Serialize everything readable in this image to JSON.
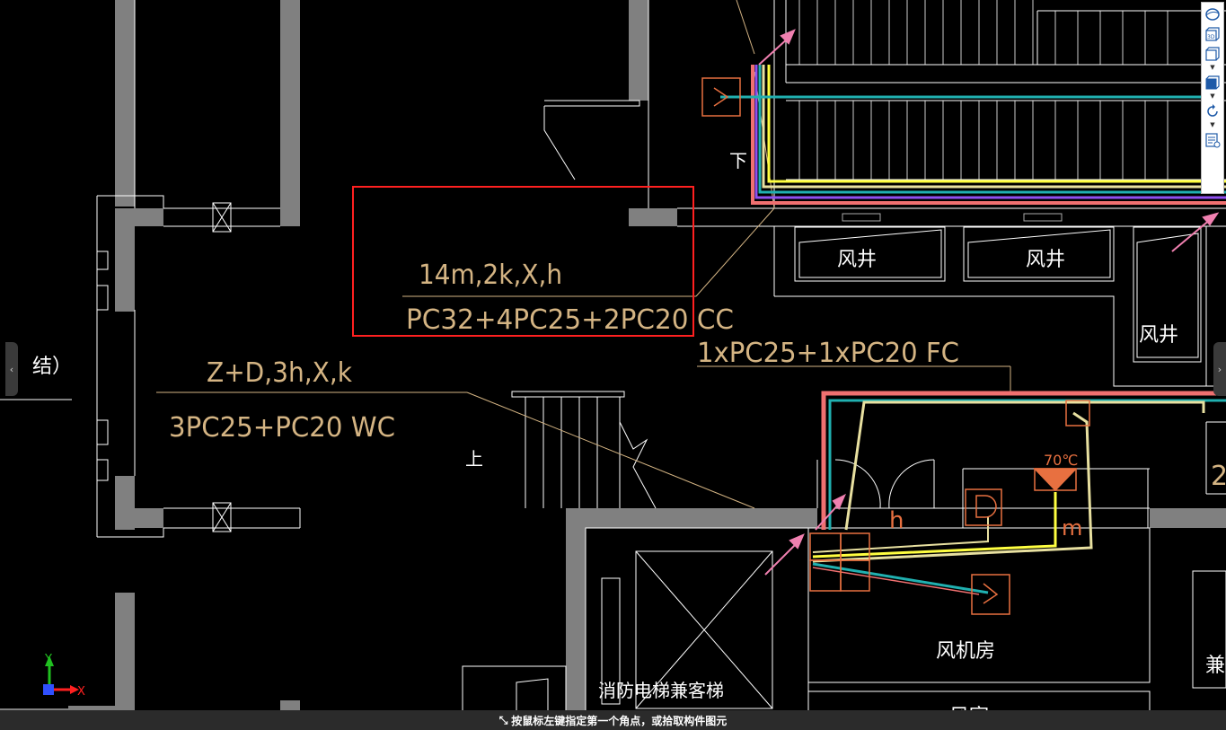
{
  "cad_labels": {
    "cable_spec_1_line1": "14m,2k,X,h",
    "cable_spec_1_line2": "PC32+4PC25+2PC20  CC",
    "cable_spec_2": "1xPC25+1xPC20  FC",
    "cable_spec_3_line1": "Z+D,3h,X,k",
    "cable_spec_3_line2": "3PC25+PC20  WC",
    "shaft_1": "风井",
    "shaft_2": "风井",
    "shaft_3": "风井",
    "fan_room": "风机房",
    "air_room": "风室",
    "fire_elevator": "消防电梯兼客梯",
    "stair_down": "下",
    "stair_up": "上",
    "left_partial": "结）",
    "temp_70": "70℃",
    "h_mark": "h",
    "m_mark": "m",
    "right_partial_num": "2",
    "right_partial_text": "兼石"
  },
  "axis": {
    "x": "X",
    "y": "Y"
  },
  "toolbar": {
    "buttons": [
      "sphere-view-icon",
      "3d-view-icon",
      "box-view-icon",
      "solid-box-icon",
      "rotate-icon",
      "properties-icon"
    ]
  },
  "status": {
    "prompt": "按鼠标左键指定第一个角点，或拾取构件图元"
  },
  "colors": {
    "background": "#000000",
    "wall": "#808080",
    "line": "#ffffff",
    "annotation": "#d4b483",
    "selection": "#ff2020",
    "pipe_red": "#f07070",
    "pipe_cyan": "#20b0b0",
    "pipe_yellow": "#ffff40",
    "pipe_beige": "#e8e0a0",
    "pipe_purple": "#9050f0",
    "device_orange": "#e87040",
    "arrow_pink": "#f080b0"
  }
}
